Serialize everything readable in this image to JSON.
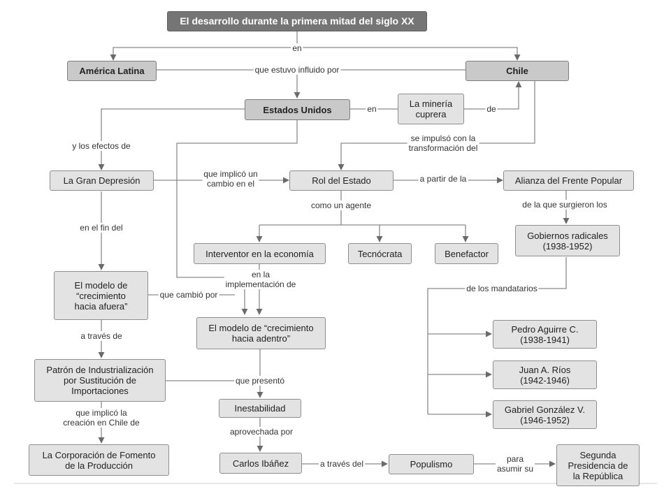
{
  "title": "El desarrollo durante la primera mitad del siglo XX",
  "nodes": {
    "america_latina": "América Latina",
    "chile": "Chile",
    "estados_unidos": "Estados Unidos",
    "mineria": "La minería\ncuprera",
    "gran_depresion": "La Gran Depresión",
    "rol_estado": "Rol del Estado",
    "alianza": "Alianza del Frente Popular",
    "gobiernos": "Gobiernos radicales\n(1938-1952)",
    "interventor": "Interventor en la economía",
    "tecnocrata": "Tecnócrata",
    "benefactor": "Benefactor",
    "modelo_afuera": "El modelo de\n“crecimiento\nhacia afuera”",
    "modelo_adentro": "El modelo de “crecimiento\nhacia adentro”",
    "patron": "Patrón de Industrialización\npor Sustitución de\nImportaciones",
    "inestabilidad": "Inestabilidad",
    "corfo": "La Corporación de Fomento\nde la Producción",
    "ibanez": "Carlos Ibáñez",
    "populismo": "Populismo",
    "segunda": "Segunda\nPresidencia de\nla República",
    "aguirre": "Pedro Aguirre C.\n(1938-1941)",
    "rios": "Juan A. Ríos\n(1942-1946)",
    "gonzalez": "Gabriel González V.\n(1946-1952)"
  },
  "links": {
    "en_top": "en",
    "influido": "que estuvo influido por",
    "en_eeuu": "en",
    "de_mineria": "de",
    "impulso": "se impulsó con la\ntransformación del",
    "efectos": "y los efectos de",
    "implico_cambio": "que implicó un\ncambio en el",
    "a_partir": "a partir de la",
    "como_agente": "como un agente",
    "surgieron": "de la que surgieron los",
    "fin_del": "en el fin del",
    "en_la_impl": "en la\nimplementación de",
    "cambio_por": "que cambió por",
    "mandatarios": "de los mandatarios",
    "a_traves_de": "a través de",
    "presento": "que presentó",
    "implico_creacion": "que implicó la\ncreación en Chile de",
    "aprovechada": "aprovechada por",
    "a_traves_del": "a través del",
    "para_asumir": "para\nasumir su"
  }
}
